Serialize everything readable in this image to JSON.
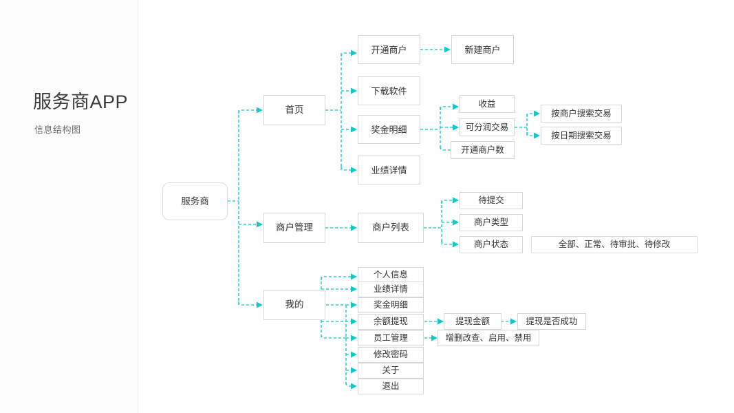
{
  "header": {
    "title": "服务商APP",
    "subtitle": "信息结构图"
  },
  "accent_color": "#16c5c8",
  "node_border_color": "#d6d6d6",
  "text_color": "#333333",
  "diagram": {
    "type": "tree",
    "root": {
      "label": "服务商"
    },
    "branches": [
      {
        "label": "首页",
        "children": [
          {
            "label": "开通商户",
            "children": [
              {
                "label": "新建商户"
              }
            ]
          },
          {
            "label": "下载软件"
          },
          {
            "label": "奖金明细",
            "children": [
              {
                "label": "收益"
              },
              {
                "label": "可分润交易",
                "children": [
                  {
                    "label": "按商户搜索交易"
                  },
                  {
                    "label": "按日期搜索交易"
                  }
                ]
              },
              {
                "label": "开通商户数"
              }
            ]
          },
          {
            "label": "业绩详情"
          }
        ]
      },
      {
        "label": "商户管理",
        "children": [
          {
            "label": "商户列表",
            "children": [
              {
                "label": "待提交"
              },
              {
                "label": "商户类型"
              },
              {
                "label": "商户状态",
                "note": "全部、正常、待审批、待修改"
              }
            ]
          }
        ]
      },
      {
        "label": "我的",
        "children": [
          {
            "label": "个人信息"
          },
          {
            "label": "业绩详情"
          },
          {
            "label": "奖金明细"
          },
          {
            "label": "余额提现",
            "children": [
              {
                "label": "提现金额",
                "children": [
                  {
                    "label": "提现是否成功"
                  }
                ]
              }
            ]
          },
          {
            "label": "员工管理",
            "children": [
              {
                "label": "增删改查、启用、禁用"
              }
            ]
          },
          {
            "label": "修改密码"
          },
          {
            "label": "关于"
          },
          {
            "label": "退出"
          }
        ]
      }
    ]
  },
  "nodes": {
    "root": "服务商",
    "home": "首页",
    "merchant_mgmt": "商户管理",
    "mine": "我的",
    "open_merchant": "开通商户",
    "new_merchant": "新建商户",
    "download_sw": "下载软件",
    "bonus_detail": "奖金明细",
    "perf_detail": "业绩详情",
    "income": "收益",
    "shareable_trade": "可分润交易",
    "open_merchant_count": "开通商户数",
    "search_by_merchant": "按商户搜索交易",
    "search_by_date": "按日期搜索交易",
    "merchant_list": "商户列表",
    "pending_submit": "待提交",
    "merchant_type": "商户类型",
    "merchant_status": "商户状态",
    "status_options": "全部、正常、待审批、待修改",
    "personal_info": "个人信息",
    "mine_perf_detail": "业绩详情",
    "mine_bonus_detail": "奖金明细",
    "balance_withdraw": "余额提现",
    "staff_mgmt": "员工管理",
    "change_password": "修改密码",
    "about": "关于",
    "logout": "退出",
    "withdraw_amount": "提现金额",
    "withdraw_success": "提现是否成功",
    "staff_ops": "增删改查、启用、禁用"
  }
}
